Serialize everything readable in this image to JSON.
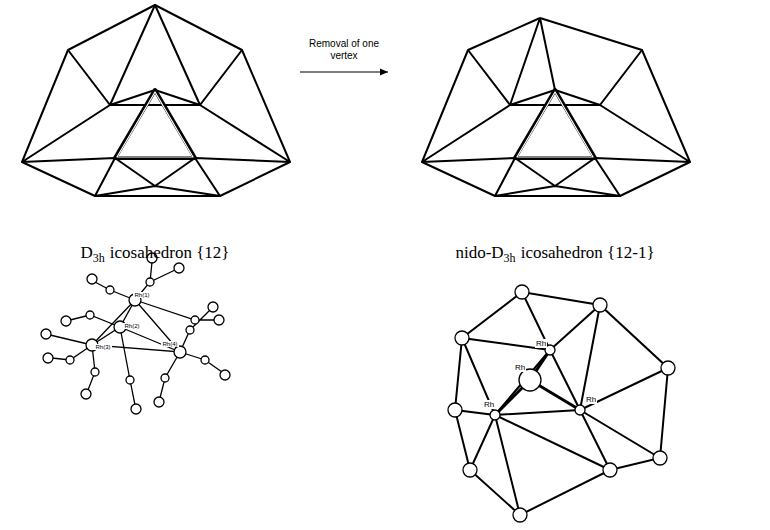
{
  "diagram": {
    "labels": [
      "D",
      "3h",
      "icosahedron {12}",
      "Removal of one vertex",
      "nido-D",
      "3h",
      "icosahedron {12-1}",
      "Rh(1)",
      "Rh(2)",
      "Rh(3)",
      "Rh(4)",
      "Rh",
      "Rh",
      "Rh",
      "Rh"
    ]
  }
}
